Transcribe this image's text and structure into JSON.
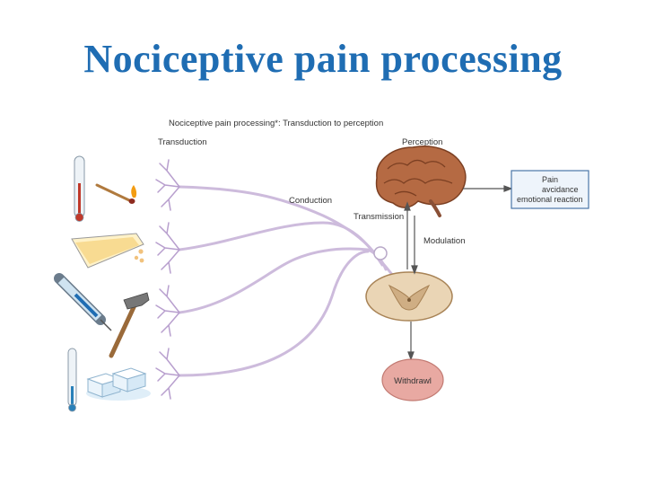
{
  "slide": {
    "title": "Nociceptive pain processing"
  },
  "figure": {
    "caption": "Nociceptive pain processing*: Transduction to perception",
    "labels": {
      "transduction": "Transduction",
      "perception": "Perception",
      "conduction": "Conduction",
      "transmission": "Transmission",
      "modulation": "Modulation",
      "withdrawl": "Withdrawl"
    },
    "response_box": [
      "Pain",
      "avcidance",
      "emotional reaction"
    ]
  },
  "colors": {
    "title": "#1f6db3",
    "nerve": "#cdbbdc",
    "brain": "#a2603c",
    "spinal_cord": "#ead5b5",
    "withdrawl": "#e8a9a2",
    "response_box_border": "#4a76a8"
  },
  "icons": [
    "thermometer-icon",
    "match-icon",
    "beaker-icon",
    "syringe-icon",
    "hammer-icon",
    "ice-cubes-icon",
    "brain-icon",
    "spinal-cord-icon"
  ]
}
